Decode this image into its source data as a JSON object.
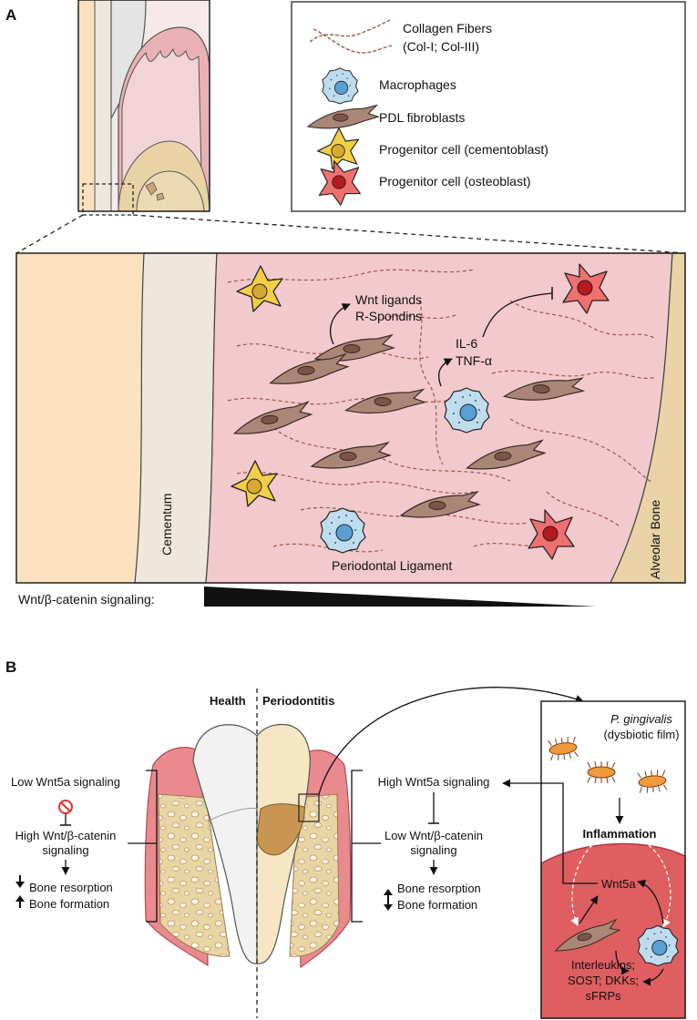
{
  "panel_a": {
    "letter": "A",
    "legend": {
      "collagen_line1": "Collagen Fibers",
      "collagen_line2": "(Col-I; Col-III)",
      "macrophages": "Macrophages",
      "fibroblasts": "PDL fibroblasts",
      "progenitor_cementoblast": "Progenitor cell (cementoblast)",
      "progenitor_osteoblast": "Progenitor cell (osteoblast)"
    },
    "zoom": {
      "cementum": "Cementum",
      "alveolar_bone": "Alveolar Bone",
      "periodontal_ligament": "Periodontal Ligament",
      "wnt_ligands": "Wnt ligands",
      "r_spondins": "R-Spondins",
      "il6": "IL-6",
      "tnfa": "TNF-α"
    },
    "gradient_label": "Wnt/β-catenin signaling:"
  },
  "panel_b": {
    "letter": "B",
    "health": "Health",
    "periodontitis": "Periodontitis",
    "left": {
      "low_wnt5a": "Low Wnt5a signaling",
      "high_wnt_line1": "High Wnt/β-catenin",
      "high_wnt_line2": "signaling",
      "bone_resorption": "Bone resorption",
      "bone_formation": "Bone formation"
    },
    "right": {
      "high_wnt5a": "High Wnt5a signaling",
      "low_wnt_line1": "Low Wnt/β-catenin",
      "low_wnt_line2": "signaling",
      "bone_resorption": "Bone resorption",
      "bone_formation": "Bone formation"
    },
    "inset": {
      "pathogen": "P. gingivalis",
      "pathogen_note": "(dysbiotic film)",
      "inflammation": "Inflammation",
      "wnt5a": "Wnt5a",
      "products_line1": "Interleukins;",
      "products_line2": "SOST; DKKs;",
      "products_line3": "sFRPs"
    }
  },
  "colors": {
    "cementum_bg": "#fbe2bf",
    "cementum_layer": "#efe6dc",
    "ligament": "#f2c9cc",
    "bone": "#e8d2a6",
    "fibroblast": "#a98676",
    "macrophage": "#bfdcec",
    "cementoblast": "#f2cf47",
    "osteoblast": "#f07070",
    "inflammation": "#de5e62"
  }
}
